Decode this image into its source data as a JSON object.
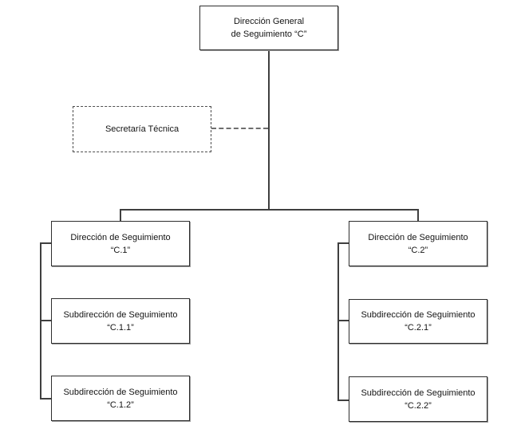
{
  "diagram": {
    "type": "org-chart",
    "background": "#ffffff",
    "line_color": "#3f3f3f",
    "dashed_line_color": "#6e6e6e",
    "box_border_color": "#2e2e2e",
    "text_color": "#141414",
    "nodes": {
      "root": {
        "line1": "Dirección General",
        "line2": "de Seguimiento “C”",
        "border": "solid"
      },
      "secretaria": {
        "line1": "Secretaría Técnica",
        "line2": "",
        "border": "dashed"
      },
      "c1": {
        "line1": "Dirección de Seguimiento",
        "line2": "“C.1”",
        "border": "solid"
      },
      "c11": {
        "line1": "Subdirección de Seguimiento",
        "line2": "“C.1.1”",
        "border": "solid"
      },
      "c12": {
        "line1": "Subdirección de Seguimiento",
        "line2": "“C.1.2”",
        "border": "solid"
      },
      "c2": {
        "line1": "Dirección de Seguimiento",
        "line2": "“C.2”",
        "border": "solid"
      },
      "c21": {
        "line1": "Subdirección de Seguimiento",
        "line2": "“C.2.1”",
        "border": "solid"
      },
      "c22": {
        "line1": "Subdirección de Seguimiento",
        "line2": "“C.2.2”",
        "border": "solid"
      }
    },
    "edges": [
      {
        "from": "root",
        "to": "c1",
        "style": "solid"
      },
      {
        "from": "root",
        "to": "c2",
        "style": "solid"
      },
      {
        "from": "root",
        "to": "secretaria",
        "style": "dashed"
      },
      {
        "from": "c1",
        "to": "c11",
        "style": "solid"
      },
      {
        "from": "c1",
        "to": "c12",
        "style": "solid"
      },
      {
        "from": "c2",
        "to": "c21",
        "style": "solid"
      },
      {
        "from": "c2",
        "to": "c22",
        "style": "solid"
      }
    ]
  }
}
